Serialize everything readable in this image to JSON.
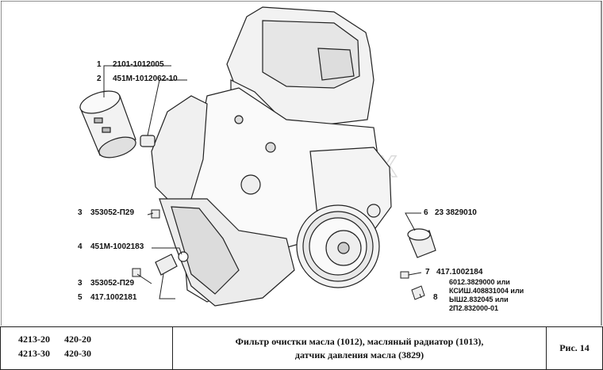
{
  "callouts": {
    "c1": {
      "num": "1",
      "part": "2101-1012005"
    },
    "c2": {
      "num": "2",
      "part": "451М-1012062-10"
    },
    "c3a": {
      "num": "3",
      "part": "353052-П29"
    },
    "c4": {
      "num": "4",
      "part": "451М-1002183"
    },
    "c3b": {
      "num": "3",
      "part": "353052-П29"
    },
    "c5": {
      "num": "5",
      "part": "417.1002181"
    },
    "c6": {
      "num": "6",
      "part": "23 3829010"
    },
    "c7": {
      "num": "7",
      "part": "417.1002184"
    },
    "c8": {
      "num": "8",
      "alternatives": [
        "6012.3829000 или",
        "КСИШ.408831004 или",
        "ЫШ2.832045 или",
        "2П2.832000-01"
      ]
    }
  },
  "title_block": {
    "models": [
      [
        "4213-20",
        "420-20"
      ],
      [
        "4213-30",
        "420-30"
      ]
    ],
    "caption_line1": "Фильтр очистки масла (1012), масляный радиатор (1013),",
    "caption_line2": "датчик давления масла (3829)",
    "figure": "Рис. 14"
  }
}
